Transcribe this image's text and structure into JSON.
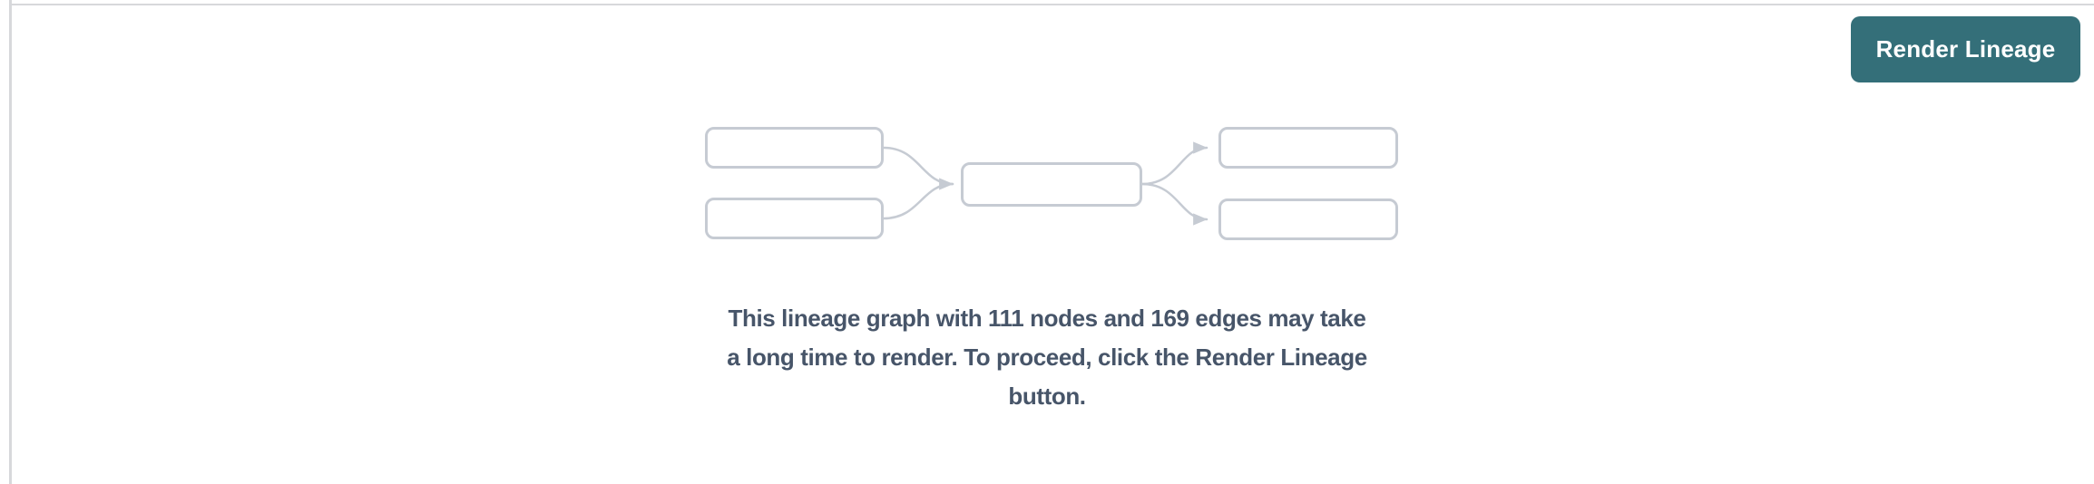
{
  "toolbar": {
    "render_button": {
      "label": "Render Lineage",
      "bg_color": "#346f79",
      "text_color": "#ffffff"
    }
  },
  "panel": {
    "border_color": "#d7d8db",
    "background": "#ffffff"
  },
  "empty_state": {
    "illustration": {
      "name": "placeholder-lineage-graph",
      "node_box_count": 5,
      "box_border_color": "#c6cbd3",
      "arrow_color": "#c6cbd3"
    },
    "message": {
      "full_text": "This lineage graph with 111 nodes and 169 edges may take a long time to render. To proceed, click the Render Lineage button.",
      "lines": [
        "This lineage graph with 111 nodes and 169 edges may take",
        "a long time to render. To proceed, click the Render Lineage",
        "button."
      ],
      "node_count": "111",
      "edge_count": "169",
      "text_color": "#475569"
    }
  }
}
